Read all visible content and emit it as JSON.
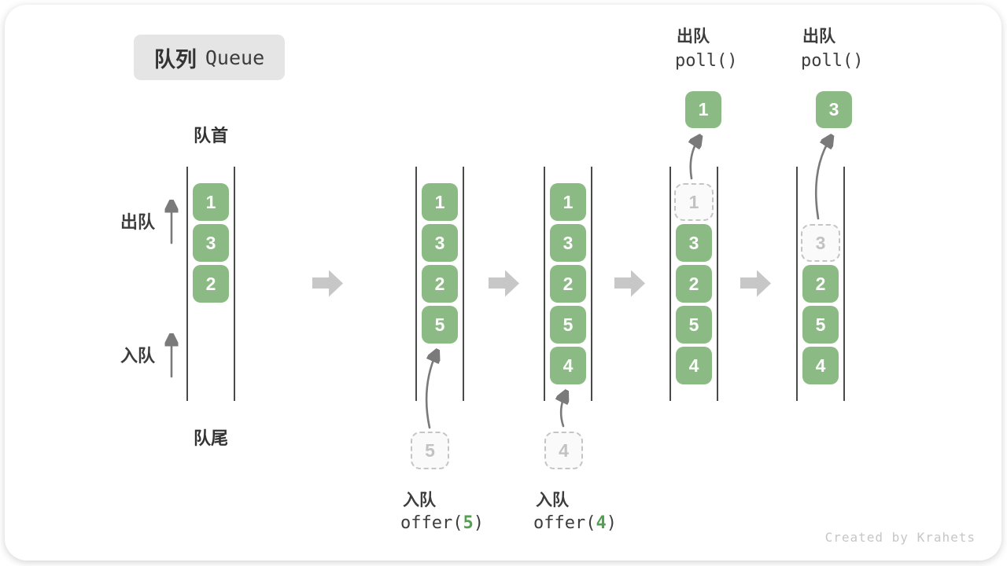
{
  "title": {
    "zh": "队列",
    "en": "Queue"
  },
  "labels": {
    "front": "队首",
    "rear": "队尾",
    "dequeue": "出队",
    "enqueue": "入队"
  },
  "states": {
    "s1": {
      "boxes": {
        "b1": "1",
        "b2": "3",
        "b3": "2"
      }
    },
    "s2": {
      "boxes": {
        "b1": "1",
        "b2": "3",
        "b3": "2",
        "b4": "5"
      },
      "staged": "5",
      "caption": {
        "zh": "入队",
        "fn_open": "offer(",
        "arg": "5",
        "fn_close": ")"
      }
    },
    "s3": {
      "boxes": {
        "b1": "1",
        "b2": "3",
        "b3": "2",
        "b4": "5",
        "b5": "4"
      },
      "staged": "4",
      "caption": {
        "zh": "入队",
        "fn_open": "offer(",
        "arg": "4",
        "fn_close": ")"
      }
    },
    "s4": {
      "removed": "1",
      "boxes": {
        "b2": "3",
        "b3": "2",
        "b4": "5",
        "b5": "4"
      },
      "popped": "1",
      "caption": {
        "zh": "出队",
        "fn": "poll()"
      }
    },
    "s5": {
      "removed": "3",
      "boxes": {
        "b3": "2",
        "b4": "5",
        "b5": "4"
      },
      "popped": "3",
      "caption": {
        "zh": "出队",
        "fn": "poll()"
      }
    }
  },
  "footer": {
    "credit": "Created by Krahets"
  },
  "colors": {
    "green_box": "#8CBA84",
    "green_code": "#54A052",
    "text_dark": "#3A3A3A",
    "line": "#4A4A4A",
    "badge_bg": "#E5E5E5",
    "dashed_border": "#C5C5C5",
    "dashed_text": "#C2C2C2",
    "block_arrow": "#C7C7C7",
    "thin_arrow": "#7A7A7A",
    "credit": "#C6C6C6"
  }
}
